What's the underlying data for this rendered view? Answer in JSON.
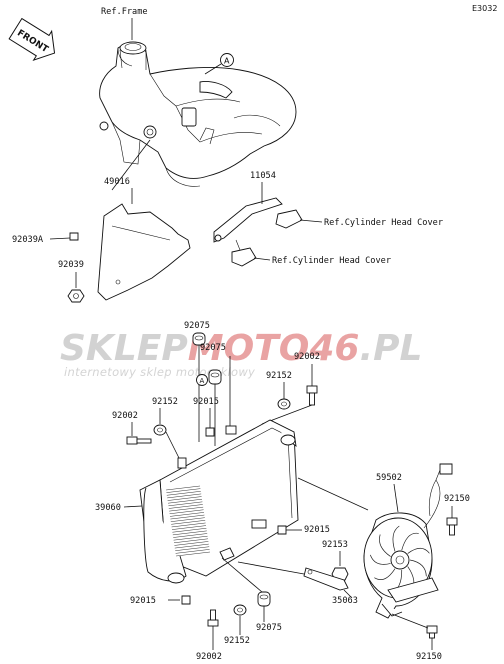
{
  "diagram": {
    "code": "E3032",
    "front_label": "FRONT",
    "callout_letter": "A",
    "watermark": {
      "part1": "SKLEP",
      "part2": "MOTO",
      "part3": "46",
      "part4": ".PL",
      "tagline": "internetowy sklep motocyklowy",
      "color_grey": "#d0d0d0",
      "color_red": "#e8a0a0"
    },
    "labels": {
      "ref_frame": "Ref.Frame",
      "p11054": "11054",
      "ref_cyl1": "Ref.Cylinder Head Cover",
      "ref_cyl2": "Ref.Cylinder Head Cover",
      "p49016": "49016",
      "p92039A": "92039A",
      "p92039": "92039",
      "p92075a": "92075",
      "p92075b": "92075",
      "p92002a": "92002",
      "p92152a": "92152",
      "p92015a": "92015",
      "p92152b": "92152",
      "p92002b": "92002",
      "p39060": "39060",
      "p59502": "59502",
      "p92150a": "92150",
      "p92015b": "92015",
      "p92153": "92153",
      "p92015c": "92015",
      "p35063": "35063",
      "p92075c": "92075",
      "p92152c": "92152",
      "p92002c": "92002",
      "p92150b": "92150"
    }
  }
}
